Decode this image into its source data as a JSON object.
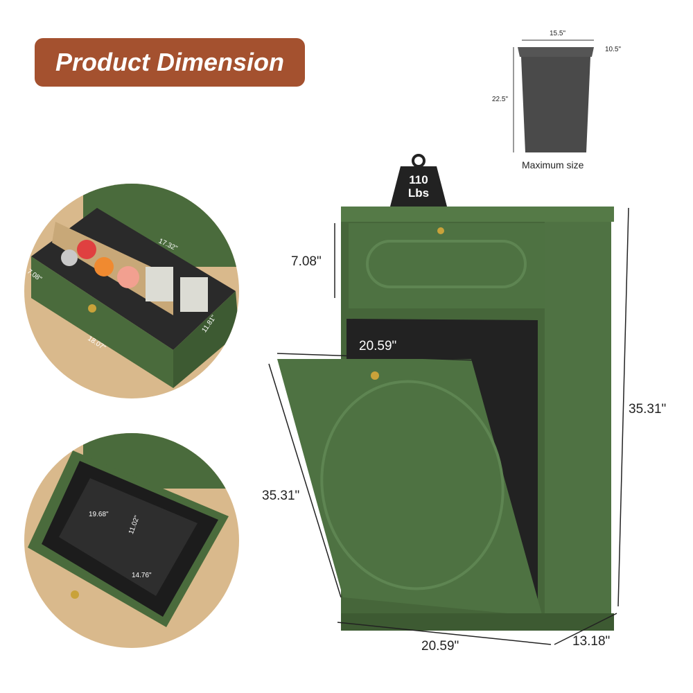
{
  "title": "Product Dimension",
  "colors": {
    "badge": "#a4512f",
    "cabinet": "#4a6b3c",
    "cabinet_dark": "#3d5a32",
    "bin": "#4a4a4a"
  },
  "max_bin": {
    "width": "15.5\"",
    "depth": "10.5\"",
    "height": "22.5\"",
    "caption": "Maximum size"
  },
  "weight": {
    "value": "110",
    "unit": "Lbs"
  },
  "cabinet": {
    "drawer_height": "7.08\"",
    "tilt_width": "20.59\"",
    "tilt_height": "35.31\"",
    "total_height": "35.31\"",
    "width": "20.59\"",
    "depth": "13.18\""
  },
  "drawer_detail": {
    "width": "17.32\"",
    "height": "7.08\"",
    "length": "18.07\"",
    "depth": "11.81\""
  },
  "basket_detail": {
    "width": "19.68\"",
    "height": "11.02\"",
    "depth": "14.76\""
  }
}
